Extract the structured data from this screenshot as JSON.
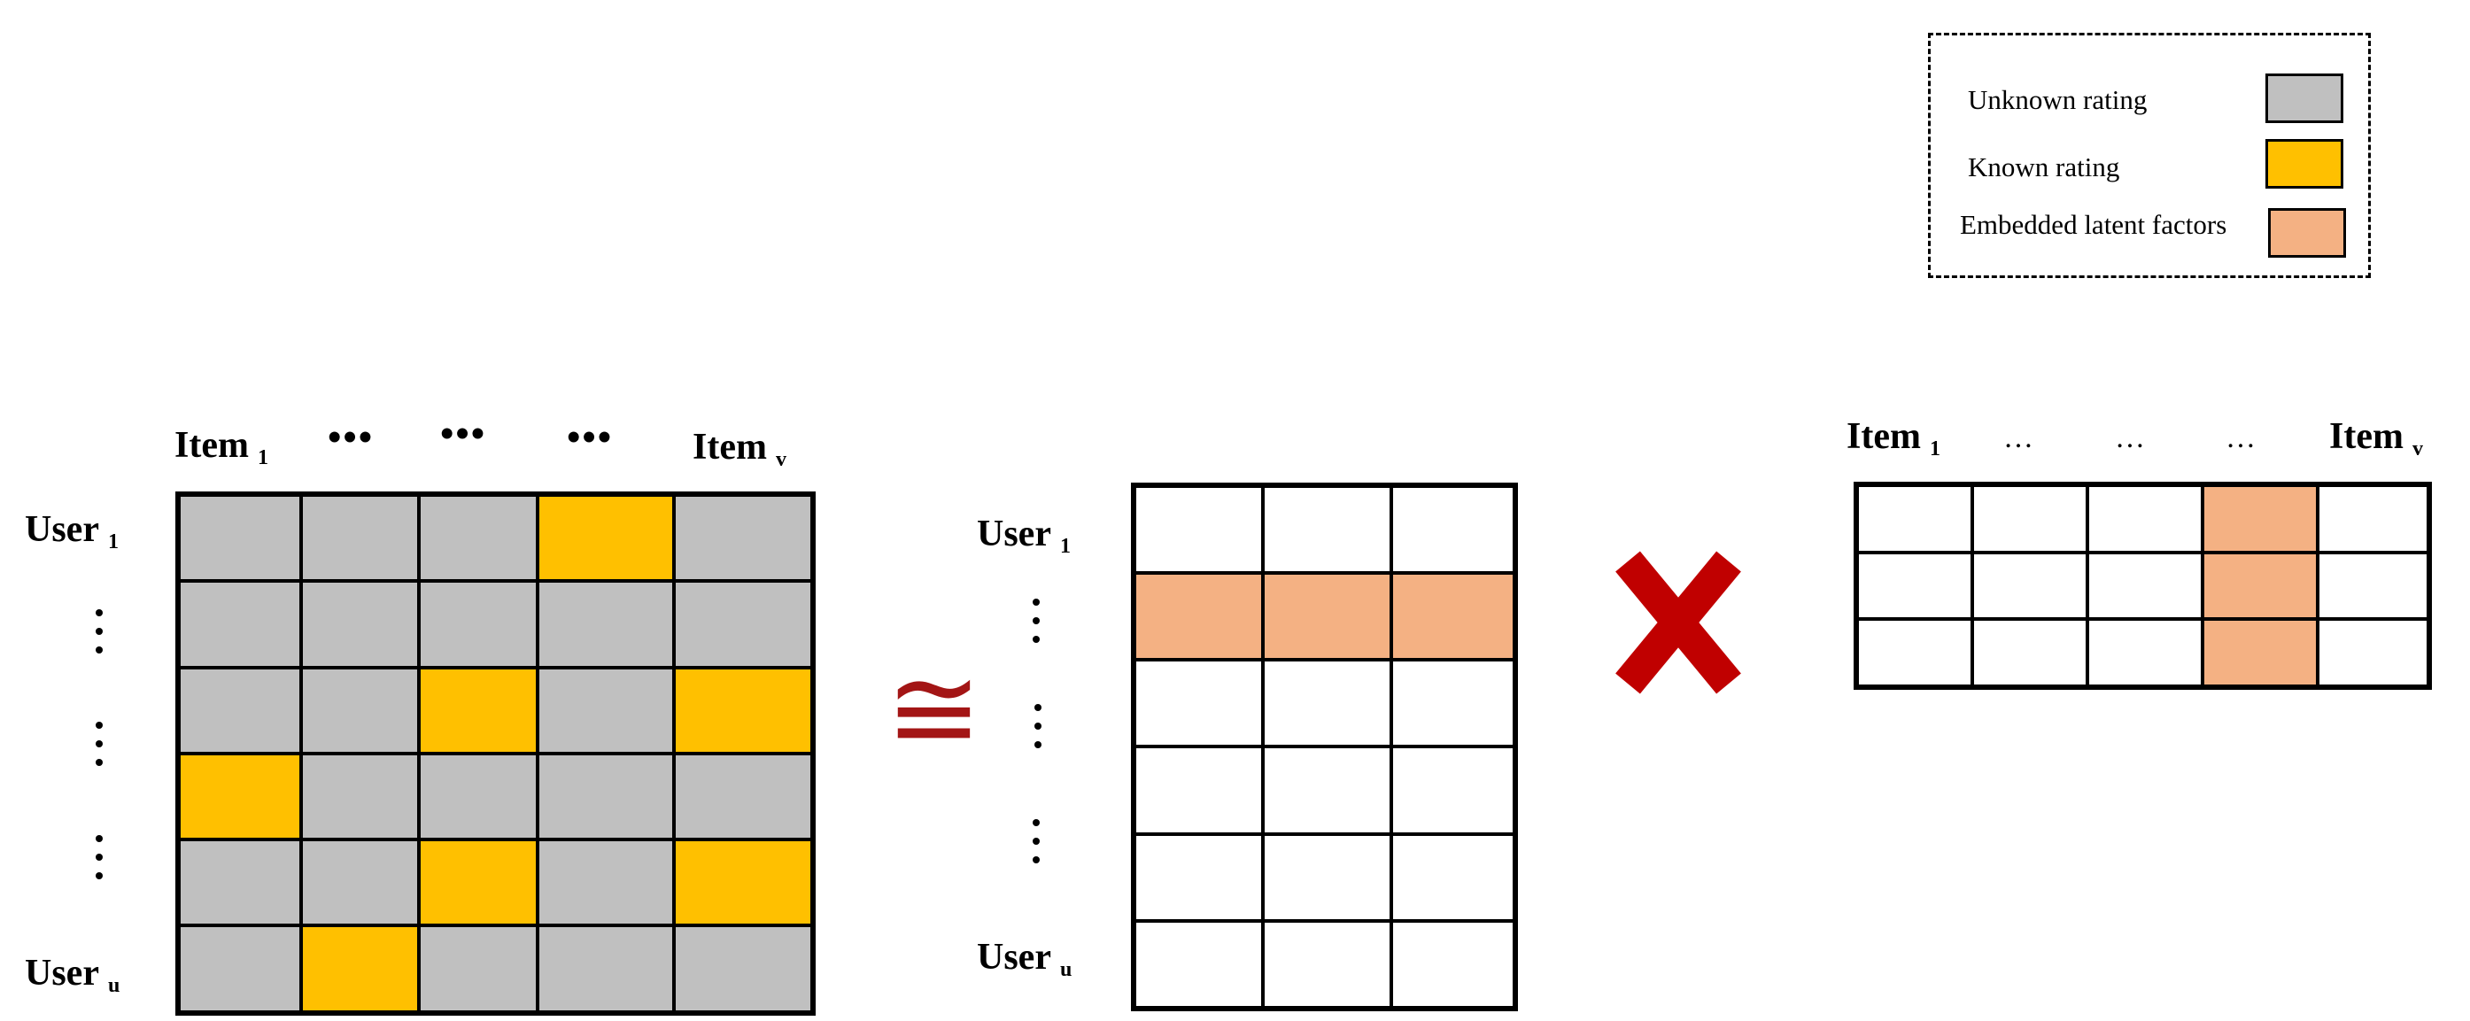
{
  "legend": {
    "items": [
      {
        "label": "Unknown rating",
        "color": "#C0C0C0"
      },
      {
        "label": "Known rating",
        "color": "#FFC000"
      },
      {
        "label": "Embedded latent factors",
        "color": "#F4B183"
      }
    ]
  },
  "colors": {
    "unknown": "#C0C0C0",
    "known": "#FFC000",
    "latent": "#F4B183",
    "empty": "#FFFFFF",
    "operator": "#A31515",
    "cross": "#C00000"
  },
  "rating_matrix": {
    "col_labels": {
      "first": "Item",
      "first_sub": "1",
      "dots": "•••",
      "last": "Item",
      "last_sub": "v"
    },
    "row_labels": {
      "first": "User",
      "first_sub": "1",
      "last": "User",
      "last_sub": "u"
    },
    "cells": [
      [
        0,
        0,
        0,
        1,
        0
      ],
      [
        0,
        0,
        0,
        0,
        0
      ],
      [
        0,
        0,
        1,
        0,
        1
      ],
      [
        1,
        0,
        0,
        0,
        0
      ],
      [
        0,
        0,
        1,
        0,
        1
      ],
      [
        0,
        1,
        0,
        0,
        0
      ]
    ]
  },
  "approx_symbol": "≅",
  "user_matrix": {
    "row_labels": {
      "first": "User",
      "first_sub": "1",
      "last": "User",
      "last_sub": "u"
    },
    "rows": 6,
    "cols": 3,
    "highlight_row": 1
  },
  "item_matrix": {
    "col_labels": {
      "first": "Item",
      "first_sub": "1",
      "dots": "…",
      "last": "Item",
      "last_sub": "v"
    },
    "rows": 3,
    "cols": 5,
    "highlight_col": 3
  }
}
